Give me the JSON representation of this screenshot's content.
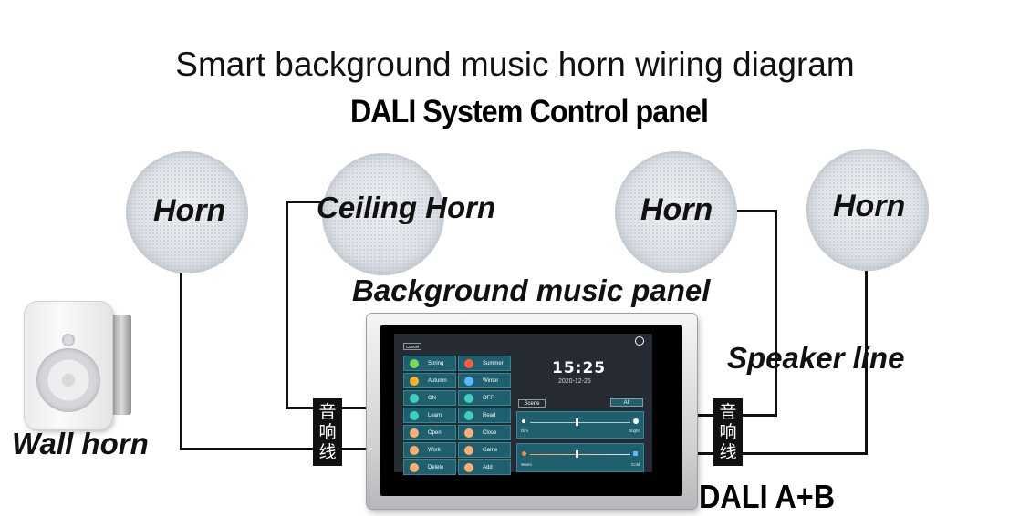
{
  "title": "Smart background music horn wiring diagram",
  "subtitle": "DALI System Control panel",
  "labels": {
    "horn_left": "Horn",
    "ceiling_horn": "Ceiling Horn",
    "horn_mid": "Horn",
    "horn_right": "Horn",
    "background_music_panel": "Background music panel",
    "speaker_line": "Speaker line",
    "wall_horn": "Wall horn",
    "dali_ab": "DALI A+B"
  },
  "tags": {
    "left": [
      "音",
      "响",
      "线"
    ],
    "right": [
      "音",
      "响",
      "线"
    ]
  },
  "panel_ui": {
    "top_button": "Cancel",
    "scenes": [
      {
        "label": "Spring",
        "color": "#7ed957"
      },
      {
        "label": "Summer",
        "color": "#ff5a3c"
      },
      {
        "label": "Autumn",
        "color": "#ffb020"
      },
      {
        "label": "Winter",
        "color": "#58b8ff"
      },
      {
        "label": "ON",
        "color": "#3fd0c0"
      },
      {
        "label": "OFF",
        "color": "#3fd0c0"
      },
      {
        "label": "Learn",
        "color": "#3fd0c0"
      },
      {
        "label": "Read",
        "color": "#3fd0c0"
      },
      {
        "label": "Open",
        "color": "#ffb070"
      },
      {
        "label": "Close",
        "color": "#ffb070"
      },
      {
        "label": "Work",
        "color": "#ffb070"
      },
      {
        "label": "Game",
        "color": "#ffb070"
      },
      {
        "label": "Delete",
        "color": "#ffb070"
      },
      {
        "label": "Add",
        "color": "#ffb070"
      }
    ],
    "time": "15:25",
    "date": "2020-12-25",
    "scene_button": "Scene",
    "all_button": "All",
    "dim_label": "Dim",
    "bright_label": "Bright",
    "warm_label": "Warm",
    "cold_label": "Cold"
  }
}
